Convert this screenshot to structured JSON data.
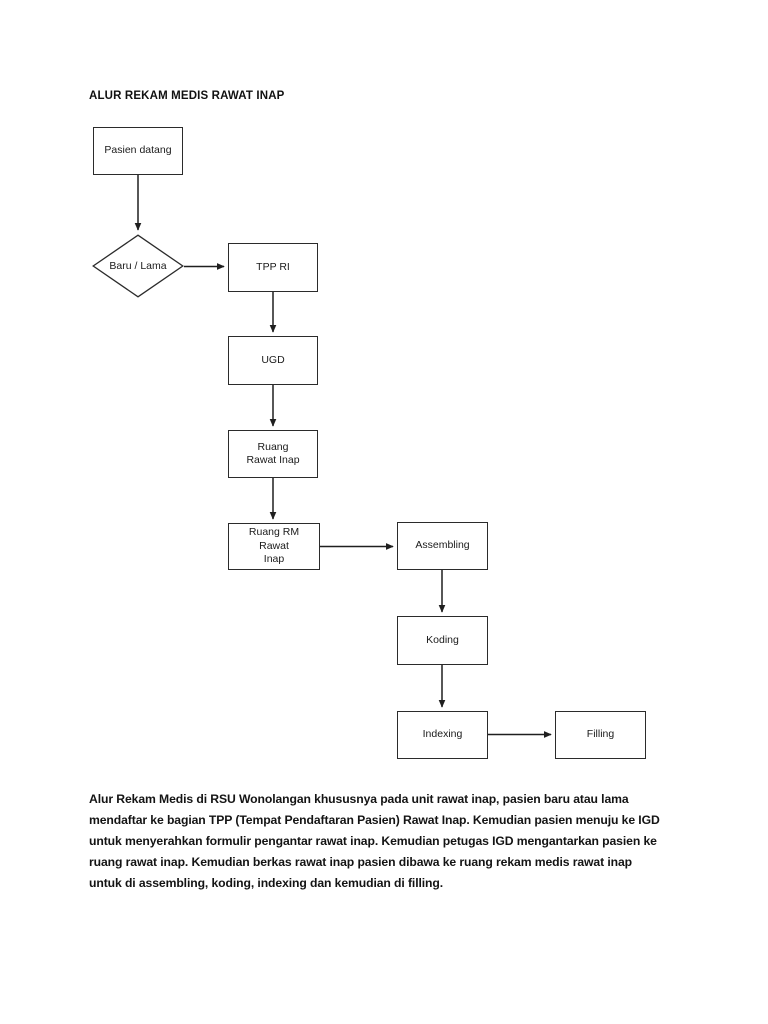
{
  "document": {
    "title": "ALUR REKAM MEDIS RAWAT INAP"
  },
  "flowchart": {
    "nodes": {
      "pasien_datang": "Pasien datang",
      "baru_lama": "Baru / Lama",
      "tpp_ri": "TPP RI",
      "ugd": "UGD",
      "ruang_rawat_inap": "Ruang\nRawat Inap",
      "ruang_rm_rawat_inap": "Ruang RM Rawat\nInap",
      "assembling": "Assembling",
      "koding": "Koding",
      "indexing": "Indexing",
      "filling": "Filling"
    },
    "edges": [
      {
        "from": "pasien_datang",
        "to": "baru_lama",
        "direction": "down"
      },
      {
        "from": "baru_lama",
        "to": "tpp_ri",
        "direction": "right"
      },
      {
        "from": "tpp_ri",
        "to": "ugd",
        "direction": "down"
      },
      {
        "from": "ugd",
        "to": "ruang_rawat_inap",
        "direction": "down"
      },
      {
        "from": "ruang_rawat_inap",
        "to": "ruang_rm_rawat_inap",
        "direction": "down"
      },
      {
        "from": "ruang_rm_rawat_inap",
        "to": "assembling",
        "direction": "right"
      },
      {
        "from": "assembling",
        "to": "koding",
        "direction": "down"
      },
      {
        "from": "koding",
        "to": "indexing",
        "direction": "down"
      },
      {
        "from": "indexing",
        "to": "filling",
        "direction": "right"
      }
    ],
    "colors": {
      "stroke": "#2b2b2b",
      "fill": "#ffffff",
      "text": "#1b1b1b"
    }
  },
  "description": {
    "paragraph": "Alur Rekam Medis di RSU Wonolangan khususnya pada unit rawat inap, pasien baru atau lama mendaftar ke bagian TPP (Tempat Pendaftaran Pasien) Rawat Inap. Kemudian pasien menuju ke IGD untuk menyerahkan formulir pengantar rawat inap. Kemudian petugas IGD mengantarkan pasien ke ruang rawat inap. Kemudian berkas rawat inap pasien dibawa ke ruang rekam medis rawat inap untuk di assembling, koding, indexing dan kemudian di filling."
  }
}
